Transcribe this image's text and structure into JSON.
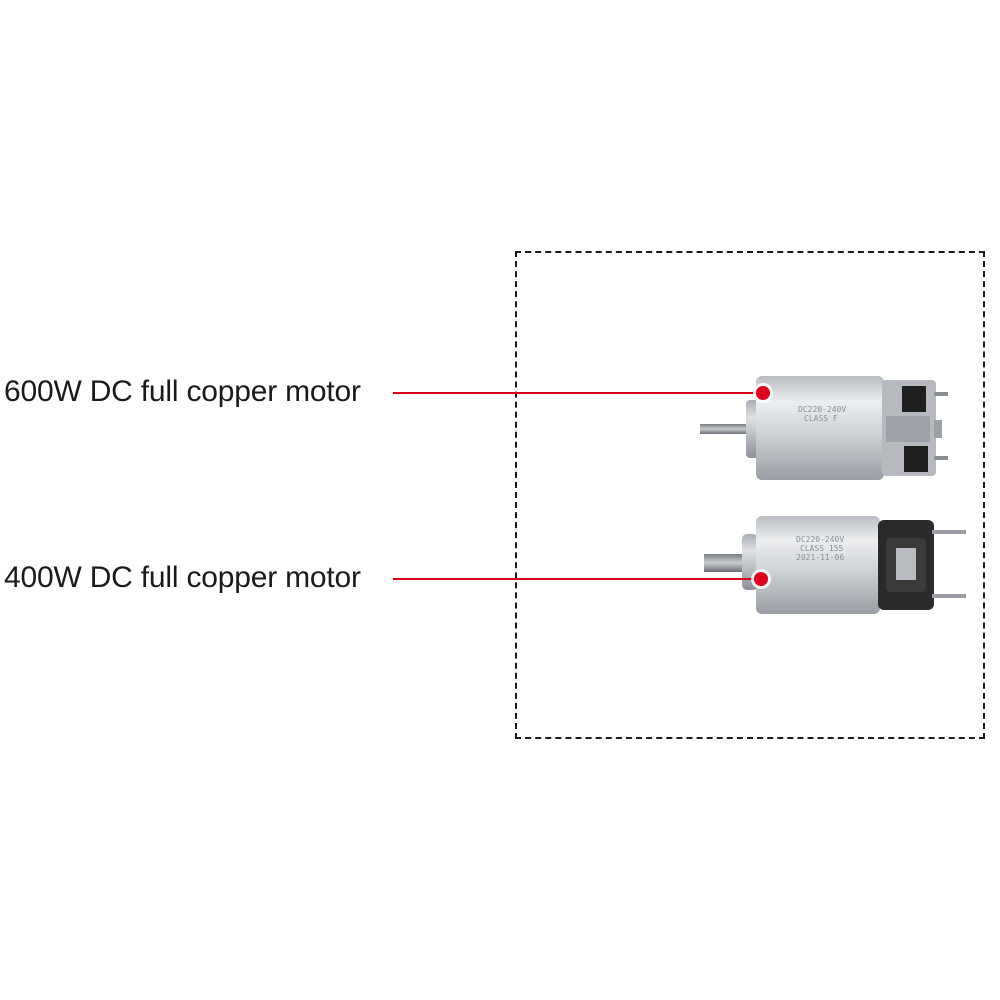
{
  "labels": {
    "motor_600w": "600W DC full copper motor",
    "motor_400w": "400W DC full copper motor"
  },
  "motor_600w_stamp": {
    "line1": "DC220-240V",
    "line2": "CLASS F"
  },
  "motor_400w_stamp": {
    "line1": "DC220-240V",
    "line2": "CLASS 155",
    "line3": "2021-11-06"
  },
  "colors": {
    "accent": "#d90018",
    "frame": "#1a1a1a",
    "motor_body": "#c9ccd0"
  }
}
